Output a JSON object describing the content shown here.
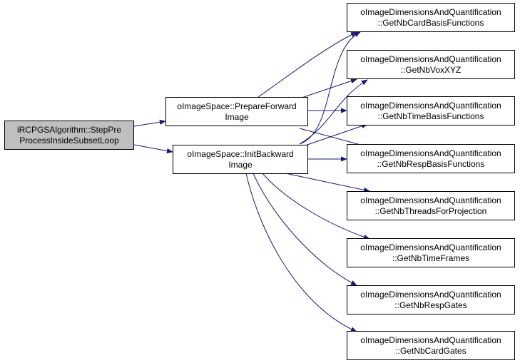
{
  "colors": {
    "edge": "#191970",
    "root_fill": "#bfbfbf",
    "node_fill": "#ffffff",
    "border": "#000000"
  },
  "nodes": {
    "root": {
      "line1": "iRCPGSAlgorithm::StepPre",
      "line2": "ProcessInsideSubsetLoop"
    },
    "prepare": {
      "line1": "oImageSpace::PrepareForward",
      "line2": "Image"
    },
    "init": {
      "line1": "oImageSpace::InitBackward",
      "line2": "Image"
    },
    "card_basis": {
      "line1": "oImageDimensionsAndQuantification",
      "line2": "::GetNbCardBasisFunctions"
    },
    "vox_xyz": {
      "line1": "oImageDimensionsAndQuantification",
      "line2": "::GetNbVoxXYZ"
    },
    "time_basis": {
      "line1": "oImageDimensionsAndQuantification",
      "line2": "::GetNbTimeBasisFunctions"
    },
    "resp_basis": {
      "line1": "oImageDimensionsAndQuantification",
      "line2": "::GetNbRespBasisFunctions"
    },
    "threads": {
      "line1": "oImageDimensionsAndQuantification",
      "line2": "::GetNbThreadsForProjection"
    },
    "time_frames": {
      "line1": "oImageDimensionsAndQuantification",
      "line2": "::GetNbTimeFrames"
    },
    "resp_gates": {
      "line1": "oImageDimensionsAndQuantification",
      "line2": "::GetNbRespGates"
    },
    "card_gates": {
      "line1": "oImageDimensionsAndQuantification",
      "line2": "::GetNbCardGates"
    }
  }
}
